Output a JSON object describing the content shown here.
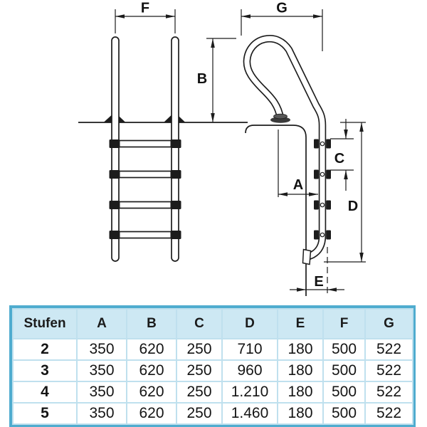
{
  "diagram": {
    "labels": {
      "f": "F",
      "g": "G",
      "b": "B",
      "c": "C",
      "a": "A",
      "d": "D",
      "e": "E"
    }
  },
  "table": {
    "header": [
      "Stufen",
      "A",
      "B",
      "C",
      "D",
      "E",
      "F",
      "G"
    ],
    "rows": [
      [
        "2",
        "350",
        "620",
        "250",
        "710",
        "180",
        "500",
        "522"
      ],
      [
        "3",
        "350",
        "620",
        "250",
        "960",
        "180",
        "500",
        "522"
      ],
      [
        "4",
        "350",
        "620",
        "250",
        "1.210",
        "180",
        "500",
        "522"
      ],
      [
        "5",
        "350",
        "620",
        "250",
        "1.460",
        "180",
        "500",
        "522"
      ]
    ]
  },
  "colors": {
    "line": "#1c1c1c",
    "table_border": "#4FACCF",
    "table_header_bg": "#CDE8F3",
    "table_grid": "#BFE0EE"
  }
}
